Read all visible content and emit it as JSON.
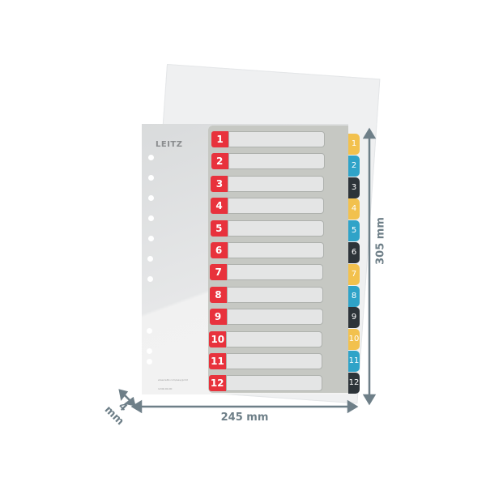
{
  "product": {
    "brand_logo": "LEITZ",
    "website": "www.leitz.com/easyprint",
    "article_number": "1249-00-00"
  },
  "dividers": [
    {
      "label": "1",
      "tab_color": "#f2c14e"
    },
    {
      "label": "2",
      "tab_color": "#2fa3c8"
    },
    {
      "label": "3",
      "tab_color": "#2d3439"
    },
    {
      "label": "4",
      "tab_color": "#f2c14e"
    },
    {
      "label": "5",
      "tab_color": "#2fa3c8"
    },
    {
      "label": "6",
      "tab_color": "#2d3439"
    },
    {
      "label": "7",
      "tab_color": "#f2c14e"
    },
    {
      "label": "8",
      "tab_color": "#2fa3c8"
    },
    {
      "label": "9",
      "tab_color": "#2d3439"
    },
    {
      "label": "10",
      "tab_color": "#f2c14e"
    },
    {
      "label": "11",
      "tab_color": "#2fa3c8"
    },
    {
      "label": "12",
      "tab_color": "#2d3439"
    }
  ],
  "colors": {
    "number_block": "#e8323c",
    "dimension": "#6e7f88"
  },
  "dimensions": {
    "height": "305 mm",
    "width": "245 mm",
    "depth": "4 mm"
  }
}
